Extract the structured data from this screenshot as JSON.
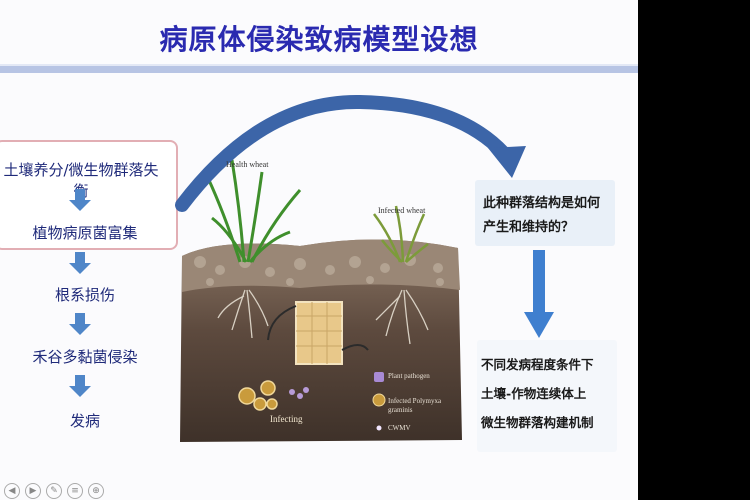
{
  "title": "病原体侵染致病模型设想",
  "flow": {
    "steps": [
      "土壤养分/微生物群落失衡",
      "植物病原菌富集",
      "根系损伤",
      "禾谷多黏菌侵染",
      "发病"
    ]
  },
  "illustration": {
    "health_label": "Health wheat",
    "infected_label": "Infected wheat",
    "inset_label": "Infecting",
    "legend": [
      "Plant pathogen",
      "Infected Polymyxa graminis",
      "CWMV"
    ]
  },
  "question_box": {
    "lines": [
      "此种群落结构是如何",
      "产生和维持的？"
    ]
  },
  "answer_box": {
    "lines": [
      "不同发病程度条件下",
      "土壤-作物连续体上",
      "微生物群落构建机制"
    ]
  },
  "colors": {
    "title": "#2a2ab0",
    "arrow": "#4f86c8",
    "curve_arrow": "#3c65a8",
    "flow_border": "#e2aeb4"
  }
}
